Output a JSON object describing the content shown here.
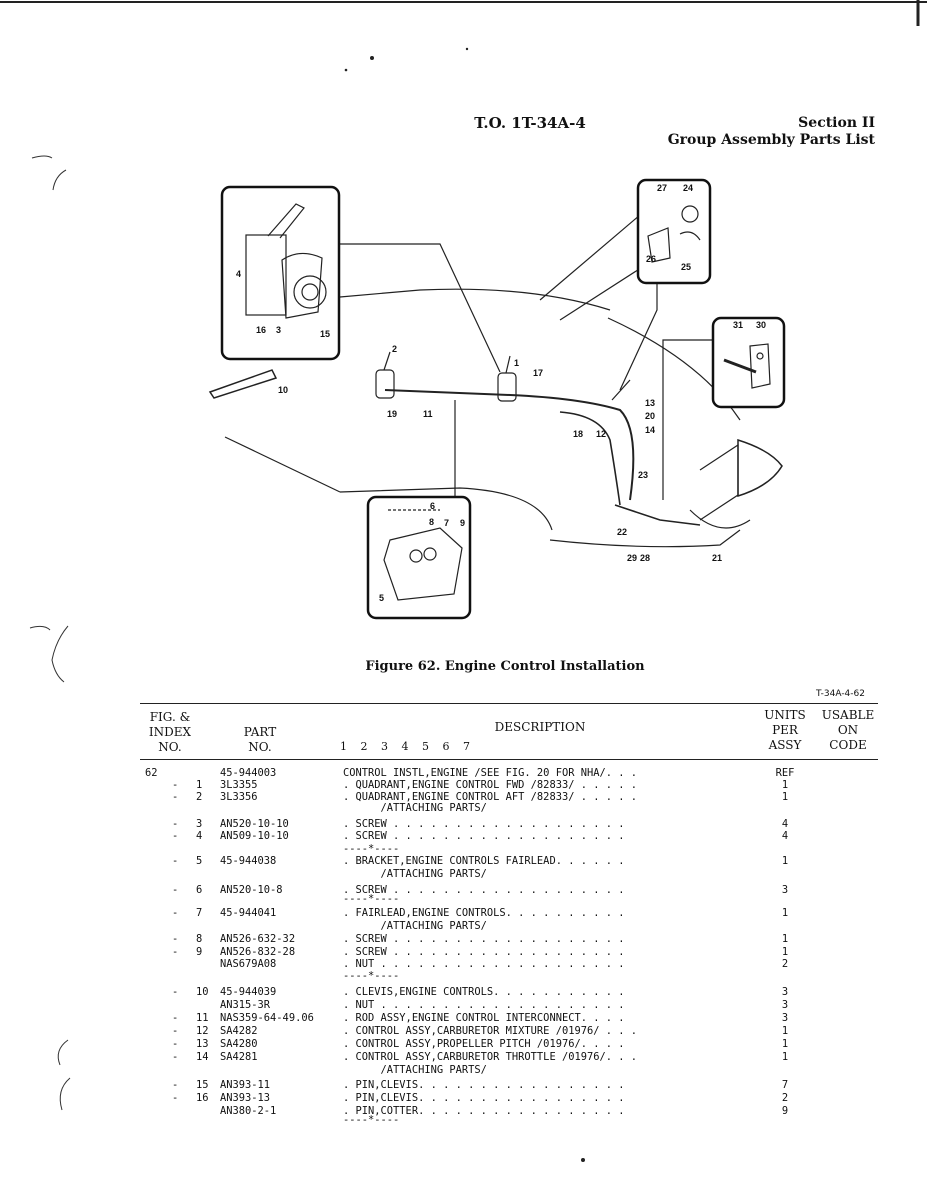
{
  "header": {
    "to_number": "T.O. 1T-34A-4",
    "section": "Section II",
    "section_title": "Group Assembly Parts List"
  },
  "figure": {
    "caption": "Figure 62.  Engine Control Installation",
    "code": "T-34A-4-62",
    "callouts": [
      "1",
      "2",
      "3",
      "4",
      "5",
      "6",
      "7",
      "8",
      "9",
      "10",
      "11",
      "12",
      "13",
      "14",
      "15",
      "16",
      "17",
      "18",
      "19",
      "20",
      "21",
      "22",
      "23",
      "24",
      "25",
      "26",
      "27",
      "28",
      "29",
      "30",
      "31"
    ]
  },
  "table": {
    "headers": {
      "fig_index": "FIG. &\nINDEX\nNO.",
      "part_no": "PART\nNO.",
      "description": "DESCRIPTION",
      "indent_levels": "1 2 3 4 5 6 7",
      "units": "UNITS\nPER\nASSY",
      "usable": "USABLE\nON\nCODE"
    },
    "rows": [
      {
        "fig": "62",
        "dash": "",
        "idx": "",
        "part": "45-944003",
        "desc": "CONTROL INSTL,ENGINE /SEE FIG. 20 FOR NHA/. . .",
        "units": "REF"
      },
      {
        "fig": "",
        "dash": "-",
        "idx": "1",
        "part": "3L3355",
        "desc": ". QUADRANT,ENGINE CONTROL FWD /82833/ . . . . .",
        "units": "1"
      },
      {
        "fig": "",
        "dash": "-",
        "idx": "2",
        "part": "3L3356",
        "desc": ". QUADRANT,ENGINE CONTROL AFT /82833/ . . . . .",
        "units": "1"
      },
      {
        "fig": "",
        "dash": "",
        "idx": "",
        "part": "",
        "desc": "      /ATTACHING PARTS/",
        "units": ""
      },
      {
        "fig": "",
        "dash": "-",
        "idx": "3",
        "part": "AN520-10-10",
        "desc": ". SCREW . . . . . . . . . . . . . . . . . . .",
        "units": "4"
      },
      {
        "fig": "",
        "dash": "-",
        "idx": "4",
        "part": "AN509-10-10",
        "desc": ". SCREW . . . . . . . . . . . . . . . . . . .",
        "units": "4"
      },
      {
        "fig": "",
        "dash": "",
        "idx": "",
        "part": "",
        "desc": "----*----",
        "units": ""
      },
      {
        "fig": "",
        "dash": "-",
        "idx": "5",
        "part": "45-944038",
        "desc": ". BRACKET,ENGINE CONTROLS FAIRLEAD. . . . . .",
        "units": "1"
      },
      {
        "fig": "",
        "dash": "",
        "idx": "",
        "part": "",
        "desc": "      /ATTACHING PARTS/",
        "units": ""
      },
      {
        "fig": "",
        "dash": "-",
        "idx": "6",
        "part": "AN520-10-8",
        "desc": ". SCREW . . . . . . . . . . . . . . . . . . .",
        "units": "3"
      },
      {
        "fig": "",
        "dash": "",
        "idx": "",
        "part": "",
        "desc": "----*----",
        "units": ""
      },
      {
        "fig": "",
        "dash": "-",
        "idx": "7",
        "part": "45-944041",
        "desc": ". FAIRLEAD,ENGINE CONTROLS. . . . . . . . . .",
        "units": "1"
      },
      {
        "fig": "",
        "dash": "",
        "idx": "",
        "part": "",
        "desc": "      /ATTACHING PARTS/",
        "units": ""
      },
      {
        "fig": "",
        "dash": "-",
        "idx": "8",
        "part": "AN526-632-32",
        "desc": ". SCREW . . . . . . . . . . . . . . . . . . .",
        "units": "1"
      },
      {
        "fig": "",
        "dash": "-",
        "idx": "9",
        "part": "AN526-832-28",
        "desc": ". SCREW . . . . . . . . . . . . . . . . . . .",
        "units": "1"
      },
      {
        "fig": "",
        "dash": "",
        "idx": "",
        "part": "NAS679A08",
        "desc": ". NUT . . . . . . . . . . . . . . . . . . . .",
        "units": "2"
      },
      {
        "fig": "",
        "dash": "",
        "idx": "",
        "part": "",
        "desc": "----*----",
        "units": ""
      },
      {
        "fig": "",
        "dash": "-",
        "idx": "10",
        "part": "45-944039",
        "desc": ". CLEVIS,ENGINE CONTROLS. . . . . . . . . . .",
        "units": "3"
      },
      {
        "fig": "",
        "dash": "",
        "idx": "",
        "part": "AN315-3R",
        "desc": ". NUT . . . . . . . . . . . . . . . . . . . .",
        "units": "3"
      },
      {
        "fig": "",
        "dash": "-",
        "idx": "11",
        "part": "NAS359-64-49.06",
        "desc": ". ROD ASSY,ENGINE CONTROL INTERCONNECT. . . .",
        "units": "3"
      },
      {
        "fig": "",
        "dash": "-",
        "idx": "12",
        "part": "SA4282",
        "desc": ". CONTROL ASSY,CARBURETOR MIXTURE /01976/ . . .",
        "units": "1"
      },
      {
        "fig": "",
        "dash": "-",
        "idx": "13",
        "part": "SA4280",
        "desc": ". CONTROL ASSY,PROPELLER PITCH /01976/. . . .",
        "units": "1"
      },
      {
        "fig": "",
        "dash": "-",
        "idx": "14",
        "part": "SA4281",
        "desc": ". CONTROL ASSY,CARBURETOR THROTTLE /01976/. . .",
        "units": "1"
      },
      {
        "fig": "",
        "dash": "",
        "idx": "",
        "part": "",
        "desc": "      /ATTACHING PARTS/",
        "units": ""
      },
      {
        "fig": "",
        "dash": "-",
        "idx": "15",
        "part": "AN393-11",
        "desc": ". PIN,CLEVIS. . . . . . . . . . . . . . . . .",
        "units": "7"
      },
      {
        "fig": "",
        "dash": "-",
        "idx": "16",
        "part": "AN393-13",
        "desc": ". PIN,CLEVIS. . . . . . . . . . . . . . . . .",
        "units": "2"
      },
      {
        "fig": "",
        "dash": "",
        "idx": "",
        "part": "AN380-2-1",
        "desc": ". PIN,COTTER. . . . . . . . . . . . . . . . .",
        "units": "9"
      },
      {
        "fig": "",
        "dash": "",
        "idx": "",
        "part": "",
        "desc": "----*----",
        "units": ""
      }
    ]
  }
}
